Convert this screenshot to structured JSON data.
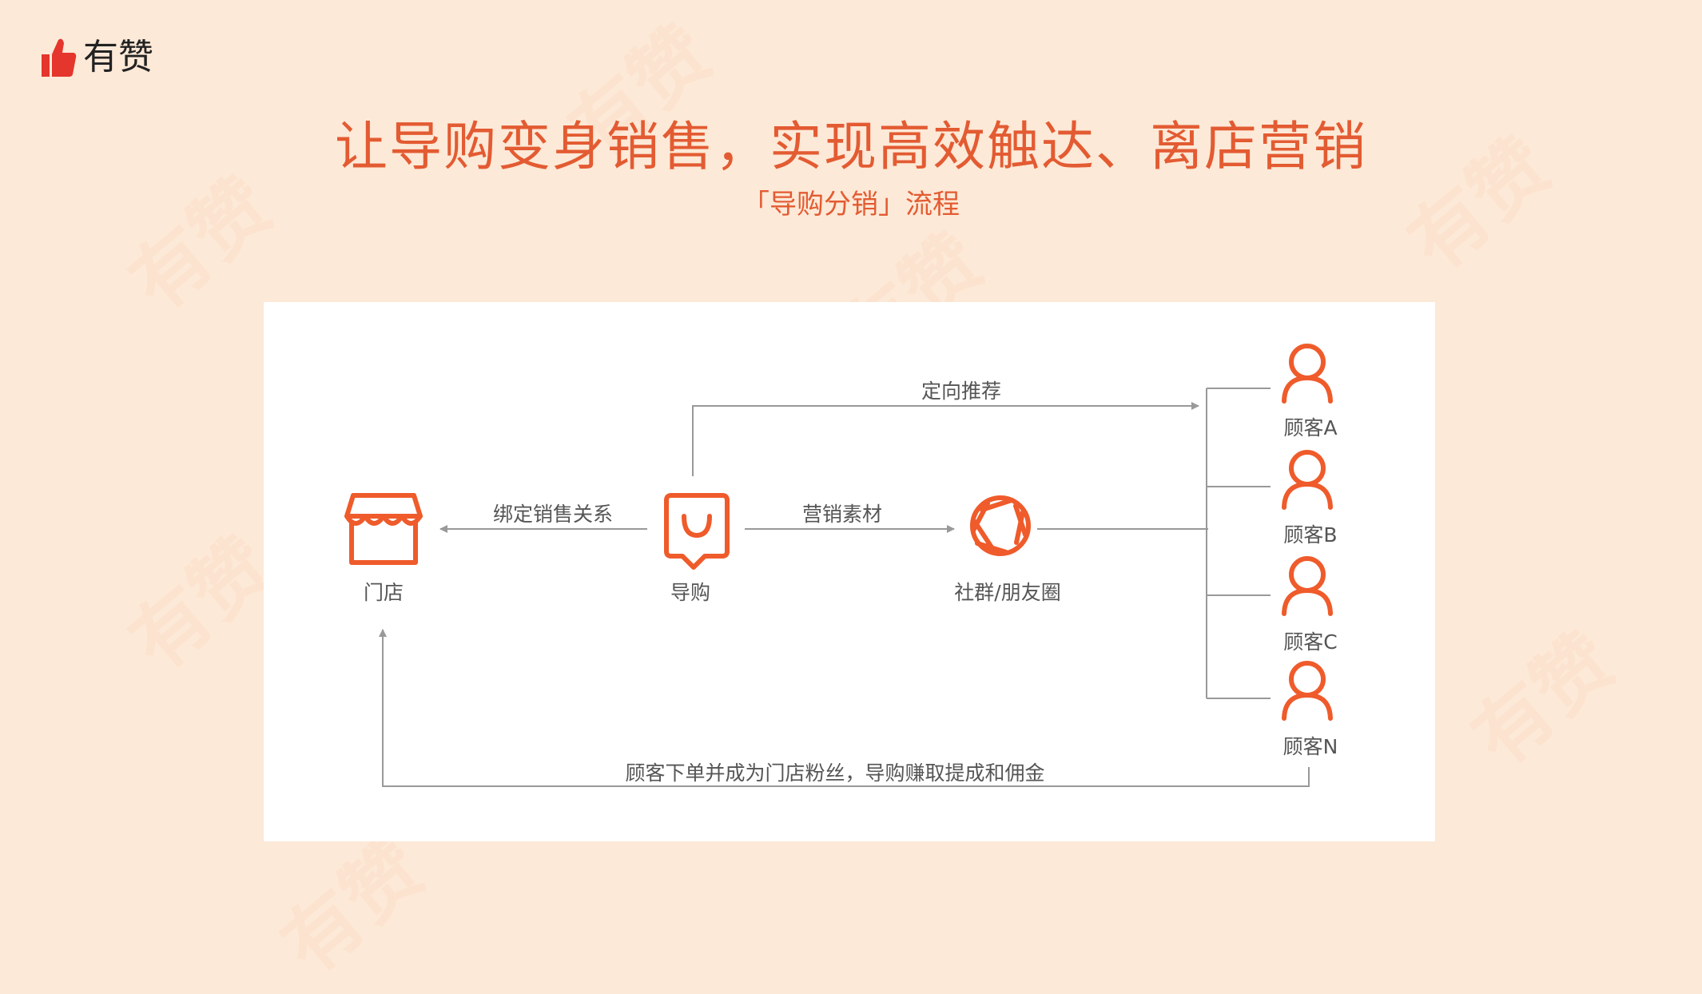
{
  "brand": {
    "name": "有赞",
    "color": "#e4362c"
  },
  "watermark_text": "有赞",
  "title": "让导购变身销售，实现高效触达、离店营销",
  "subtitle": "「导购分销」流程",
  "colors": {
    "accent": "#ef5b2b",
    "line": "#999999",
    "title": "#e35b32",
    "background": "#fde9d7"
  },
  "diagram": {
    "nodes": {
      "store": {
        "label": "门店",
        "icon": "store-icon"
      },
      "guide": {
        "label": "导购",
        "icon": "chat-smile-icon"
      },
      "social": {
        "label": "社群/朋友圈",
        "icon": "aperture-icon"
      },
      "customers": [
        {
          "label": "顾客A",
          "icon": "person-icon"
        },
        {
          "label": "顾客B",
          "icon": "person-icon"
        },
        {
          "label": "顾客C",
          "icon": "person-icon"
        },
        {
          "label": "顾客N",
          "icon": "person-icon"
        }
      ]
    },
    "edges": {
      "bind": "绑定销售关系",
      "material": "营销素材",
      "direct": "定向推荐",
      "order": "顾客下单并成为门店粉丝，导购赚取提成和佣金"
    }
  }
}
